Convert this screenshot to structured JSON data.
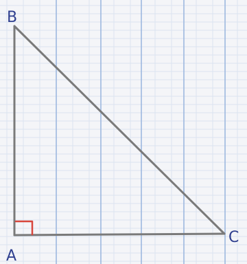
{
  "diagram": {
    "vertices": {
      "a": "A",
      "b": "B",
      "c": "C"
    },
    "colors": {
      "paper": "#f4f5f8",
      "grid_major": "#9db8df",
      "grid_minor": "#dbe4f0",
      "triangle_stroke": "#7a7a7a",
      "right_angle_mark": "#d8463c",
      "labels": "#2f3f8f"
    }
  }
}
